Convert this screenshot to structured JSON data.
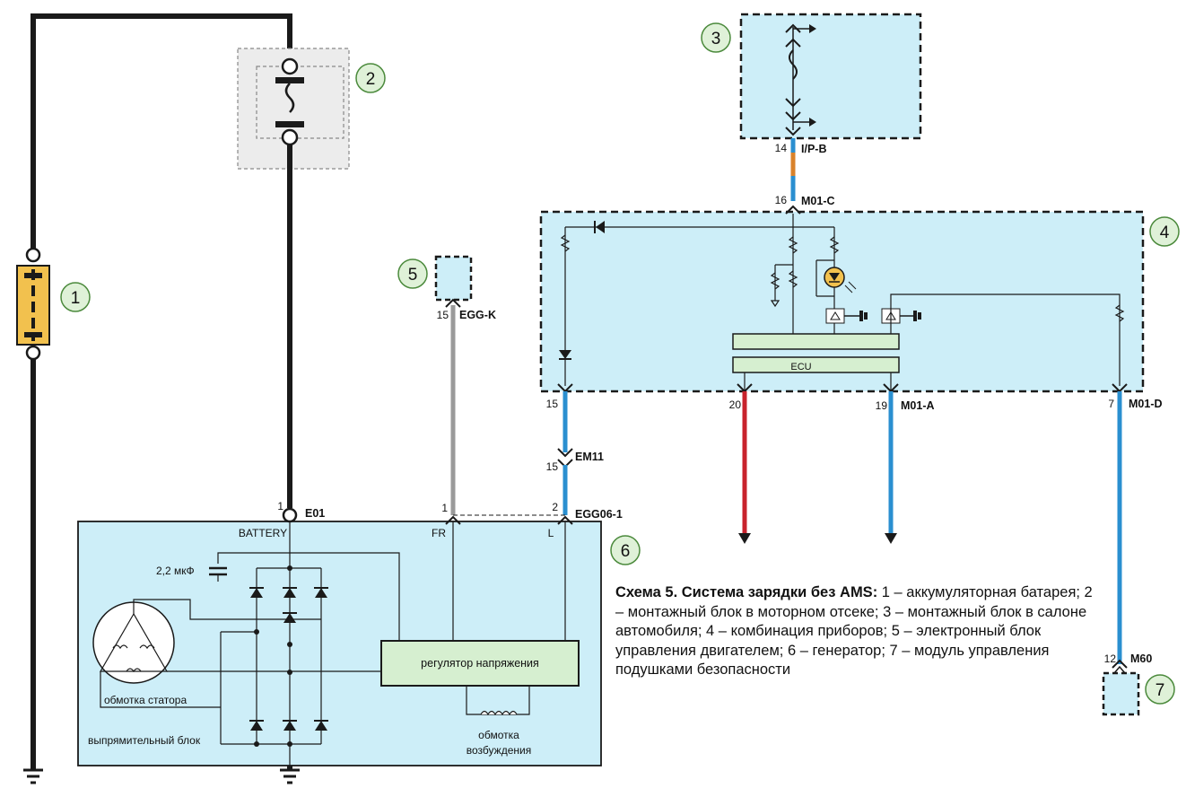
{
  "callouts": [
    "1",
    "2",
    "3",
    "4",
    "5",
    "6",
    "7"
  ],
  "connectors": {
    "ip_b": {
      "pin": "14",
      "name": "I/P-B"
    },
    "m01_c": {
      "pin": "16",
      "name": "M01-C"
    },
    "egg_k": {
      "pin": "15",
      "name": "EGG-K"
    },
    "m01_pin15": "15",
    "m01_a": {
      "pin": "19",
      "name": "M01-A"
    },
    "m01_pin20": "20",
    "m01_d": {
      "pin": "7",
      "name": "M01-D"
    },
    "em11": {
      "pin": "15",
      "name": "EM11"
    },
    "e01": {
      "pin": "1",
      "name": "E01"
    },
    "egg06_pin_fr": "1",
    "egg06": {
      "pin": "2",
      "name": "EGG06-1"
    },
    "m60": {
      "pin": "12",
      "name": "M60"
    }
  },
  "ecu_label": "ECU",
  "generator": {
    "battery_label": "BATTERY",
    "fr_label": "FR",
    "l_label": "L",
    "capacitor_label": "2,2 мкФ",
    "regulator_label": "регулятор напряжения",
    "stator_label": "обмотка статора",
    "rectifier_label": "выпрямительный блок",
    "field_label_1": "обмотка",
    "field_label_2": "возбуждения"
  },
  "caption": {
    "title": "Схема 5. Система зарядки без AMS:",
    "text": " 1 – аккумуляторная батарея; 2 – монтажный блок в моторном отсеке; 3 – монтажный блок в салоне автомобиля; 4 – комбинация приборов; 5 – электронный блок управления двигателем; 6 – генератор; 7 – модуль управления подушками безопасности"
  },
  "colors": {
    "panel_fill": "#cdeef8",
    "fuse_box_fill": "#ececec",
    "battery_fill": "#f2c14e",
    "wire_black": "#1a1a1a",
    "wire_blue": "#2a8fd0",
    "wire_red": "#c8232c",
    "wire_gray": "#9a9a9a",
    "wire_orange": "#d9822b",
    "callout_fill": "#dff1d8",
    "callout_stroke": "#4b8a3c",
    "regulator_fill": "#d6efd0"
  }
}
